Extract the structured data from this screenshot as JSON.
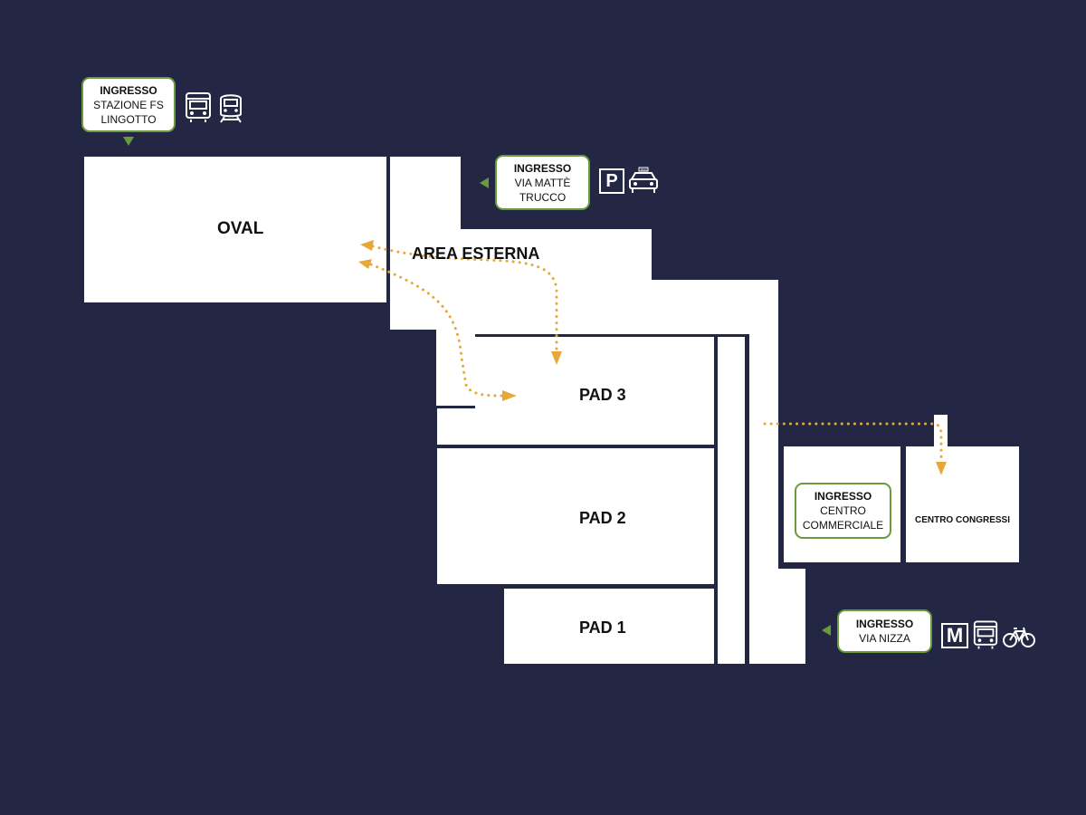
{
  "areas": {
    "oval": "OVAL",
    "area_esterna": "AREA ESTERNA",
    "pad3": "PAD 3",
    "pad2": "PAD 2",
    "pad1": "PAD 1",
    "centro_congressi": "CENTRO CONGRESSI"
  },
  "entrances": {
    "stazione": {
      "title": "INGRESSO",
      "line1": "STAZIONE FS",
      "line2": "LINGOTTO"
    },
    "matte_trucco": {
      "title": "INGRESSO",
      "line1": "VIA MATTÈ",
      "line2": "TRUCCO"
    },
    "centro_commerciale": {
      "title": "INGRESSO",
      "line1": "CENTRO",
      "line2": "COMMERCIALE"
    },
    "nizza": {
      "title": "INGRESSO",
      "line1": "VIA NIZZA"
    }
  },
  "icons": {
    "stazione": [
      "bus-icon",
      "train-icon"
    ],
    "matte_trucco": [
      "parking-icon",
      "taxi-icon"
    ],
    "nizza": [
      "metro-icon",
      "bus-icon",
      "bicycle-icon"
    ]
  },
  "icon_text": {
    "parking": "P",
    "metro": "M",
    "taxi": "TAXI"
  },
  "colors": {
    "background": "#232744",
    "building": "#ffffff",
    "path": "#e7a83a",
    "entrance_accent": "#6a9a3e"
  }
}
